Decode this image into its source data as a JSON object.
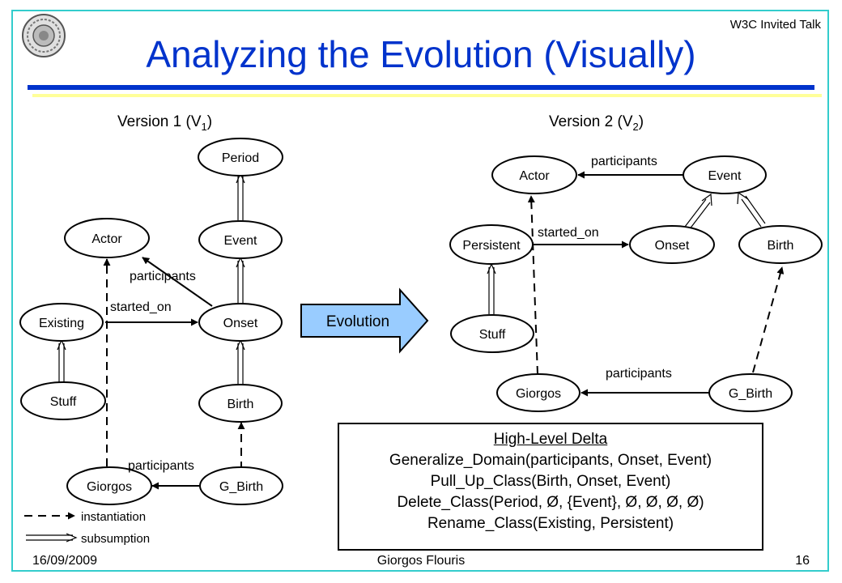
{
  "slide": {
    "title": "Analyzing the Evolution (Visually)",
    "event_name": "W3C Invited Talk",
    "date": "16/09/2009",
    "author": "Giorgos Flouris",
    "page_number": "16",
    "colors": {
      "title": "#0033cc",
      "frame": "#33cccc",
      "arrow_fill": "#99ccff"
    }
  },
  "v1": {
    "label": "Version 1 (V",
    "sub": "1",
    "close": ")",
    "nodes": {
      "period": "Period",
      "actor": "Actor",
      "event": "Event",
      "existing": "Existing",
      "onset": "Onset",
      "stuff": "Stuff",
      "birth": "Birth",
      "giorgos": "Giorgos",
      "g_birth": "G_Birth"
    },
    "edges": {
      "participants_top": "participants",
      "started_on": "started_on",
      "participants_bottom": "participants"
    }
  },
  "v2": {
    "label": "Version 2 (V",
    "sub": "2",
    "close": ")",
    "nodes": {
      "actor": "Actor",
      "event": "Event",
      "persistent": "Persistent",
      "onset": "Onset",
      "birth": "Birth",
      "stuff": "Stuff",
      "giorgos": "Giorgos",
      "g_birth": "G_Birth"
    },
    "edges": {
      "participants_top": "participants",
      "started_on": "started_on",
      "participants_bottom": "participants"
    }
  },
  "evolution_label": "Evolution",
  "legend": {
    "instantiation": "instantiation",
    "subsumption": "subsumption"
  },
  "delta": {
    "heading": "High-Level Delta",
    "lines": [
      "Generalize_Domain(participants, Onset, Event)",
      "Pull_Up_Class(Birth, Onset, Event)",
      "Delete_Class(Period, Ø, {Event}, Ø, Ø, Ø, Ø)",
      "Rename_Class(Existing, Persistent)"
    ]
  }
}
